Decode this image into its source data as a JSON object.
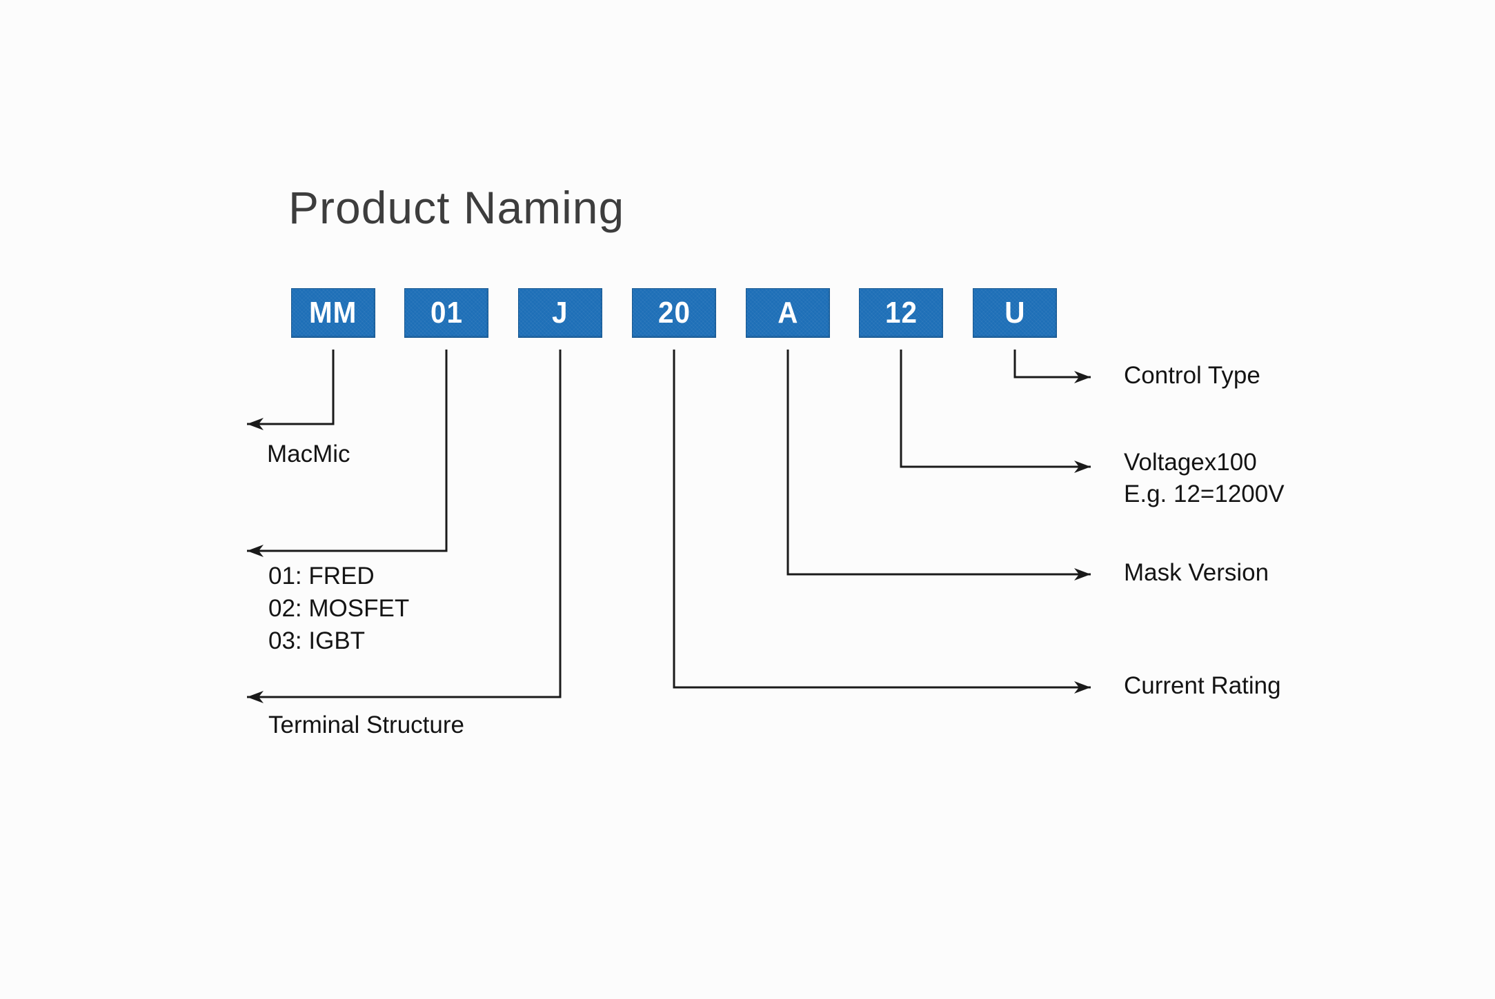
{
  "title": "Product Naming",
  "segments": [
    {
      "code": "MM",
      "label": "MacMic"
    },
    {
      "code": "01",
      "label_lines": [
        "01: FRED",
        "02: MOSFET",
        "03: IGBT"
      ]
    },
    {
      "code": "J",
      "label": "Terminal Structure"
    },
    {
      "code": "20",
      "label": "Current Rating"
    },
    {
      "code": "A",
      "label": "Mask Version"
    },
    {
      "code": "12",
      "label_lines": [
        "Voltagex100",
        "E.g. 12=1200V"
      ]
    },
    {
      "code": "U",
      "label": "Control Type"
    }
  ],
  "colors": {
    "segment_blue": "#1e6fb7",
    "segment_border": "#18578f",
    "line_black": "#1a1a1a",
    "title_gray": "#3d3d3d",
    "label_black": "#141414",
    "background": "#fcfcfc"
  }
}
